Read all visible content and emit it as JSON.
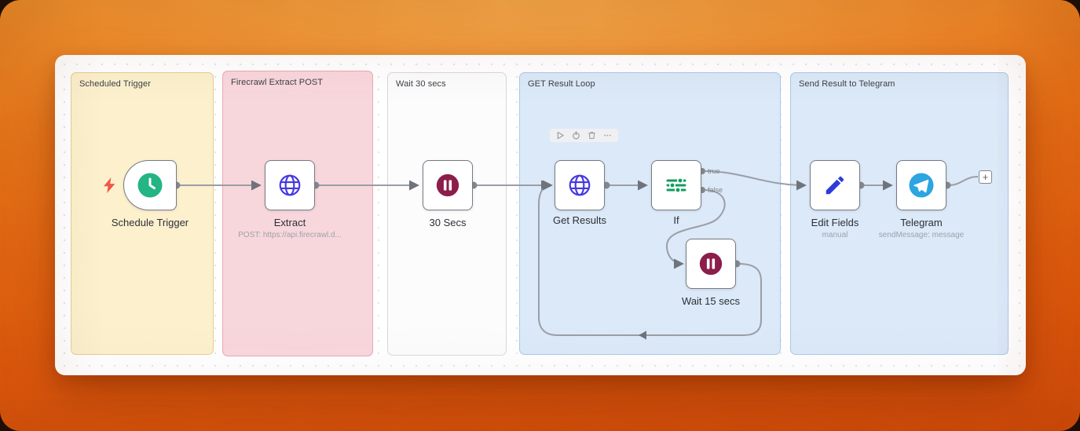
{
  "workflow": {
    "groups": [
      {
        "id": "scheduled-trigger",
        "label": "Scheduled Trigger",
        "bg": "#fcf0cd",
        "border": "#e6cf93"
      },
      {
        "id": "firecrawl-extract-post",
        "label": "Firecrawl Extract POST",
        "bg": "#f8d7dc",
        "border": "#eaa9b4"
      },
      {
        "id": "wait-30-secs",
        "label": "Wait 30 secs",
        "bg": "#fcfcfd",
        "border": "#d7d9dd"
      },
      {
        "id": "get-result-loop",
        "label": "GET Result Loop",
        "bg": "#dbe9f8",
        "border": "#aac9ec"
      },
      {
        "id": "send-result-to-telegram",
        "label": "Send Result to Telegram",
        "bg": "#dbe9f8",
        "border": "#aac9ec"
      }
    ],
    "nodes": {
      "schedule_trigger": {
        "label": "Schedule Trigger",
        "icon": "clock-icon",
        "icon_color": "#23b584",
        "type": "trigger"
      },
      "extract": {
        "label": "Extract",
        "sublabel": "POST: https://api.firecrawl.d...",
        "icon": "globe-icon",
        "icon_color": "#4638e0"
      },
      "wait_30": {
        "label": "30 Secs",
        "icon": "pause-icon",
        "icon_color": "#8b1e4a"
      },
      "get_results": {
        "label": "Get Results",
        "icon": "globe-icon",
        "icon_color": "#4638e0"
      },
      "if": {
        "label": "If",
        "icon": "sliders-icon",
        "icon_color": "#0f9e5e",
        "output_true": "true",
        "output_false": "false"
      },
      "wait_15": {
        "label": "Wait 15 secs",
        "icon": "pause-icon",
        "icon_color": "#8b1e4a"
      },
      "edit_fields": {
        "label": "Edit Fields",
        "sublabel": "manual",
        "icon": "pencil-icon",
        "icon_color": "#2f3bd8"
      },
      "telegram": {
        "label": "Telegram",
        "sublabel": "sendMessage: message",
        "icon": "telegram-icon",
        "icon_color": "#2ca5e0"
      }
    },
    "node_toolbar": {
      "icons": [
        "play-icon",
        "power-icon",
        "trash-icon",
        "ellipsis-icon"
      ]
    },
    "add_node_button": "+",
    "connection_color": "#9a9ea6",
    "trigger_bolt_color": "#f0564a"
  }
}
